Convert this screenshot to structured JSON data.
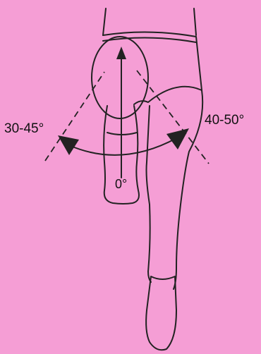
{
  "labels": {
    "left_angle": "30-45°",
    "right_angle": "40-50°",
    "neutral": "0°"
  },
  "colors": {
    "background": "#f59ed5",
    "line": "#222222"
  }
}
